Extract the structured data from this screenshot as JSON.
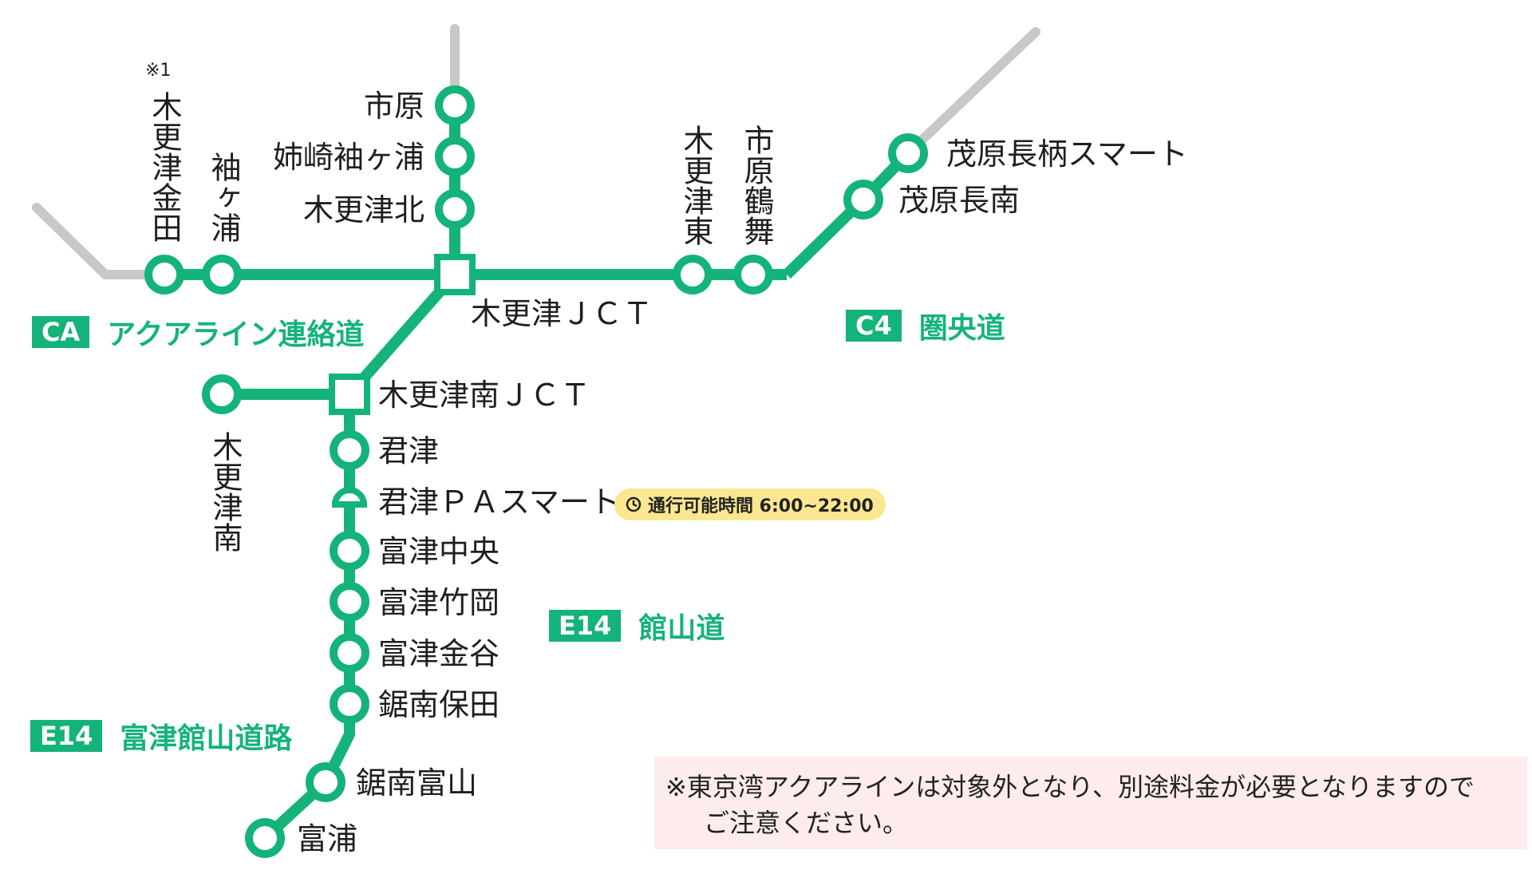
{
  "routes": {
    "ca": {
      "code": "CA",
      "name": "アクアライン連絡道"
    },
    "c4": {
      "code": "C4",
      "name": "圏央道"
    },
    "e14a": {
      "code": "E14",
      "name": "館山道"
    },
    "e14b": {
      "code": "E14",
      "name": "富津館山道路"
    }
  },
  "stations": {
    "ichihara": "市原",
    "anesaki": "姉崎袖ヶ浦",
    "kisarazu_kita": "木更津北",
    "kisarazu_jct": "木更津ＪＣＴ",
    "kisarazu_minami_jct": "木更津南ＪＣＴ",
    "kimitsu": "君津",
    "kimitsu_pa": "君津ＰＡスマート",
    "futtsu_chuo": "富津中央",
    "futtsu_takeoka": "富津竹岡",
    "futtsu_kanaya": "富津金谷",
    "kyonan_hota": "鋸南保田",
    "kyonan_tomiyama": "鋸南富山",
    "tomiura": "富浦",
    "mobara_nagara": "茂原長柄スマート",
    "mobara_chonan": "茂原長南",
    "kisarazu_kaneda": "木更津金田",
    "sodegaura": "袖ヶ浦",
    "kisarazu_higashi": "木更津東",
    "ichihara_tsurumai": "市原鶴舞",
    "kisarazu_minami": "木更津南"
  },
  "footnote_mark": "※1",
  "badge": {
    "icon": "clock-icon",
    "text": "通行可能時間 6:00~22:00"
  },
  "note": {
    "line1": "※東京湾アクアラインは対象外となり、別途料金が必要となりますので",
    "line2": "ご注意ください。"
  },
  "colors": {
    "line": "#14b37a",
    "inactive": "#c8c8c8",
    "badge": "#fbe790",
    "note_bg": "#fdeceb"
  }
}
